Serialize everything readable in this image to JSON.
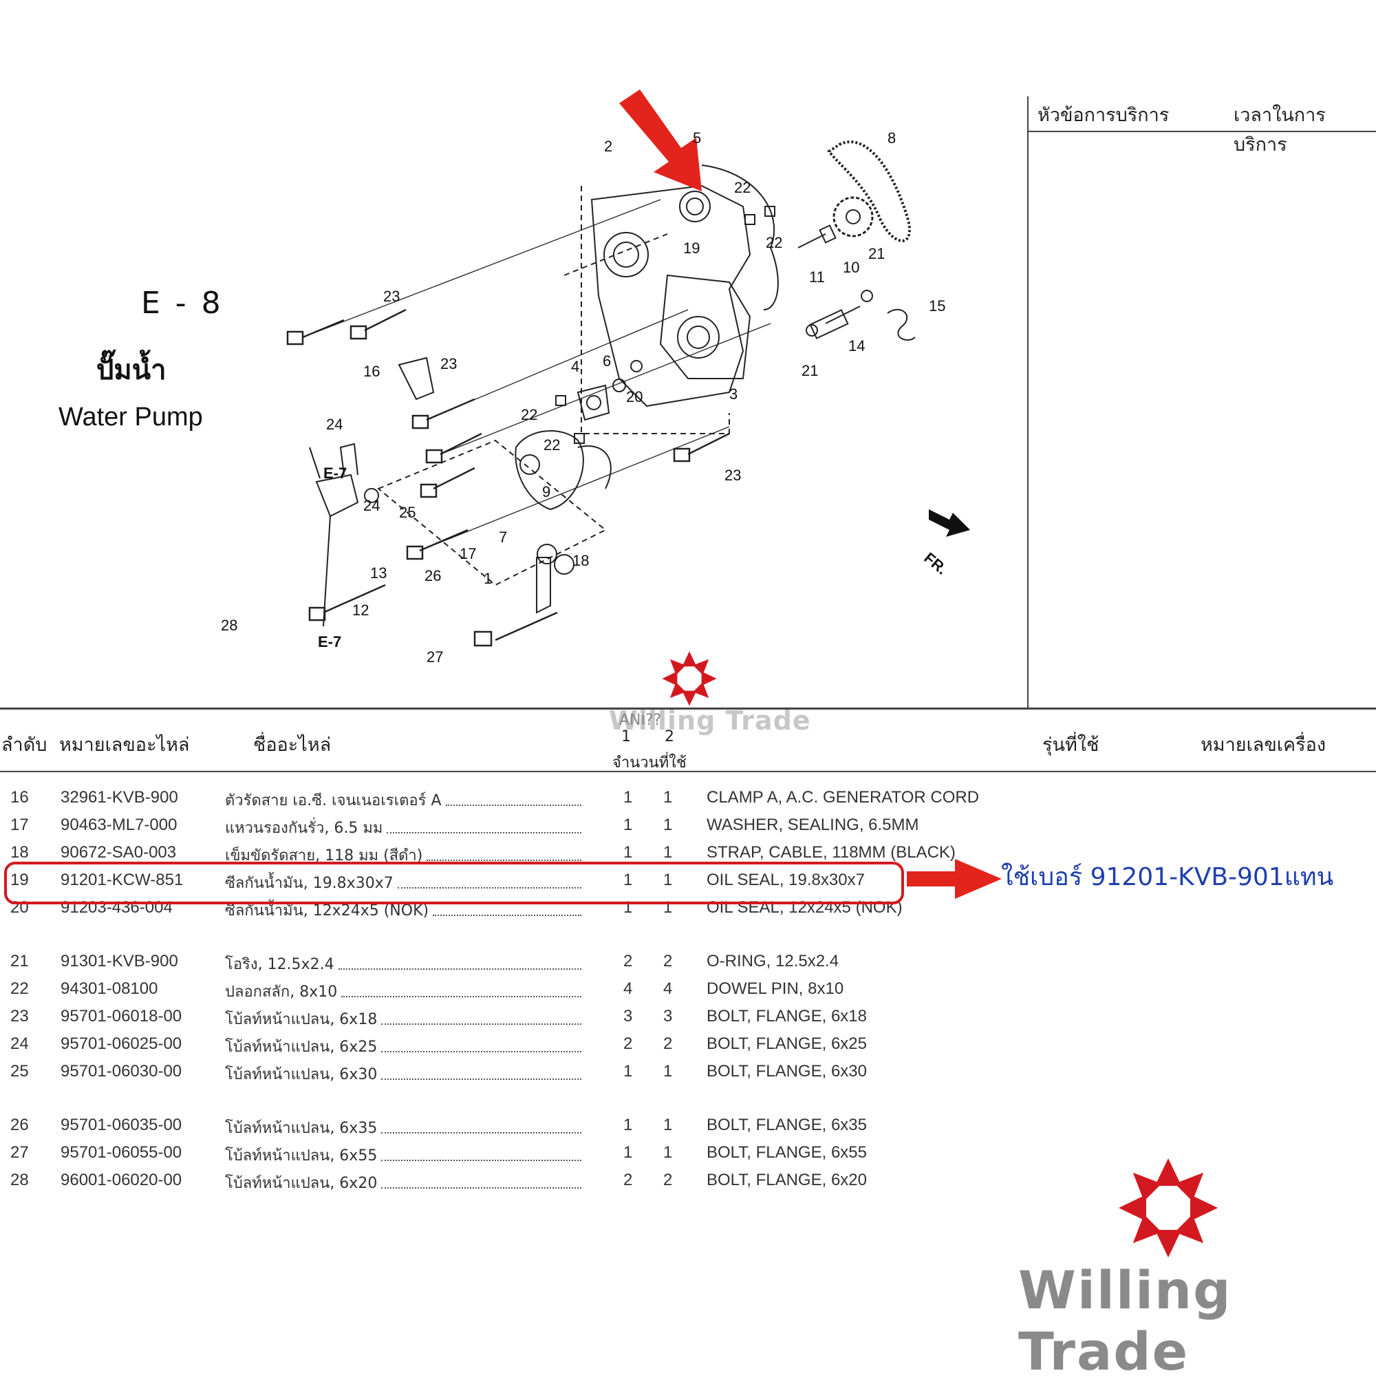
{
  "section": {
    "code": "E - 8",
    "title_th": "ปั๊มน้ำ",
    "title_en": "Water Pump"
  },
  "service_panel": {
    "col1": "หัวข้อการบริการ",
    "col2": "เวลาในการบริการ"
  },
  "diagram": {
    "callouts": [
      "1",
      "2",
      "3",
      "4",
      "5",
      "6",
      "7",
      "8",
      "9",
      "10",
      "11",
      "12",
      "13",
      "14",
      "15",
      "16",
      "17",
      "18",
      "19",
      "20",
      "21",
      "21",
      "22",
      "22",
      "22",
      "22",
      "23",
      "23",
      "23",
      "24",
      "24",
      "25",
      "26",
      "27",
      "28"
    ],
    "ref_top": "E-7",
    "ref_bottom": "E-7",
    "front_marker": "FR.",
    "arrow_color": "#e3241c"
  },
  "table": {
    "headers": {
      "no": "ลำดับ",
      "part_no": "หมายเลขอะไหล่",
      "name": "ชื่ออะไหล่",
      "qty_top": "ANI??",
      "qty_col1": "1",
      "qty_col2": "2",
      "qty_label": "จำนวนที่ใช้",
      "model": "รุ่นที่ใช้",
      "engine_no": "หมายเลขเครื่อง"
    },
    "rows": [
      {
        "no": "16",
        "part": "32961-KVB-900",
        "name_th": "ตัวรัดสาย เอ.ซี. เจนเนอเรเตอร์ A",
        "q1": "1",
        "q2": "1",
        "name_en": "CLAMP A, A.C. GENERATOR CORD"
      },
      {
        "no": "17",
        "part": "90463-ML7-000",
        "name_th": "แหวนรองกันรั่ว, 6.5 มม",
        "q1": "1",
        "q2": "1",
        "name_en": "WASHER, SEALING, 6.5MM"
      },
      {
        "no": "18",
        "part": "90672-SA0-003",
        "name_th": "เข็มขัดรัดสาย, 118 มม (สีดำ)",
        "q1": "1",
        "q2": "1",
        "name_en": "STRAP, CABLE, 118MM (BLACK)"
      },
      {
        "no": "19",
        "part": "91201-KCW-851",
        "name_th": "ซีลกันน้ำมัน, 19.8x30x7",
        "q1": "1",
        "q2": "1",
        "name_en": "OIL SEAL, 19.8x30x7"
      },
      {
        "no": "20",
        "part": "91203-436-004",
        "name_th": "ซีลกันน้ำมัน, 12x24x5 (NOK)",
        "q1": "1",
        "q2": "1",
        "name_en": "OIL SEAL, 12x24x5 (NOK)"
      },
      {
        "no": "21",
        "part": "91301-KVB-900",
        "name_th": "โอริง, 12.5x2.4",
        "q1": "2",
        "q2": "2",
        "name_en": "O-RING, 12.5x2.4"
      },
      {
        "no": "22",
        "part": "94301-08100",
        "name_th": "ปลอกสลัก, 8x10",
        "q1": "4",
        "q2": "4",
        "name_en": "DOWEL PIN, 8x10"
      },
      {
        "no": "23",
        "part": "95701-06018-00",
        "name_th": "โบ้ลท์หน้าแปลน, 6x18",
        "q1": "3",
        "q2": "3",
        "name_en": "BOLT, FLANGE, 6x18"
      },
      {
        "no": "24",
        "part": "95701-06025-00",
        "name_th": "โบ้ลท์หน้าแปลน, 6x25",
        "q1": "2",
        "q2": "2",
        "name_en": "BOLT, FLANGE, 6x25"
      },
      {
        "no": "25",
        "part": "95701-06030-00",
        "name_th": "โบ้ลท์หน้าแปลน, 6x30",
        "q1": "1",
        "q2": "1",
        "name_en": "BOLT, FLANGE, 6x30"
      },
      {
        "no": "26",
        "part": "95701-06035-00",
        "name_th": "โบ้ลท์หน้าแปลน, 6x35",
        "q1": "1",
        "q2": "1",
        "name_en": "BOLT, FLANGE, 6x35"
      },
      {
        "no": "27",
        "part": "95701-06055-00",
        "name_th": "โบ้ลท์หน้าแปลน, 6x55",
        "q1": "1",
        "q2": "1",
        "name_en": "BOLT, FLANGE, 6x55"
      },
      {
        "no": "28",
        "part": "96001-06020-00",
        "name_th": "โบ้ลท์หน้าแปลน, 6x20",
        "q1": "2",
        "q2": "2",
        "name_en": "BOLT, FLANGE, 6x20"
      }
    ]
  },
  "note": {
    "text": "ใช้เบอร์ 91201-KVB-901แทน",
    "color": "#1f3fae",
    "highlight_color": "#d31920"
  },
  "watermark": {
    "text": "Willing Trade",
    "logo_color": "#d31920"
  }
}
